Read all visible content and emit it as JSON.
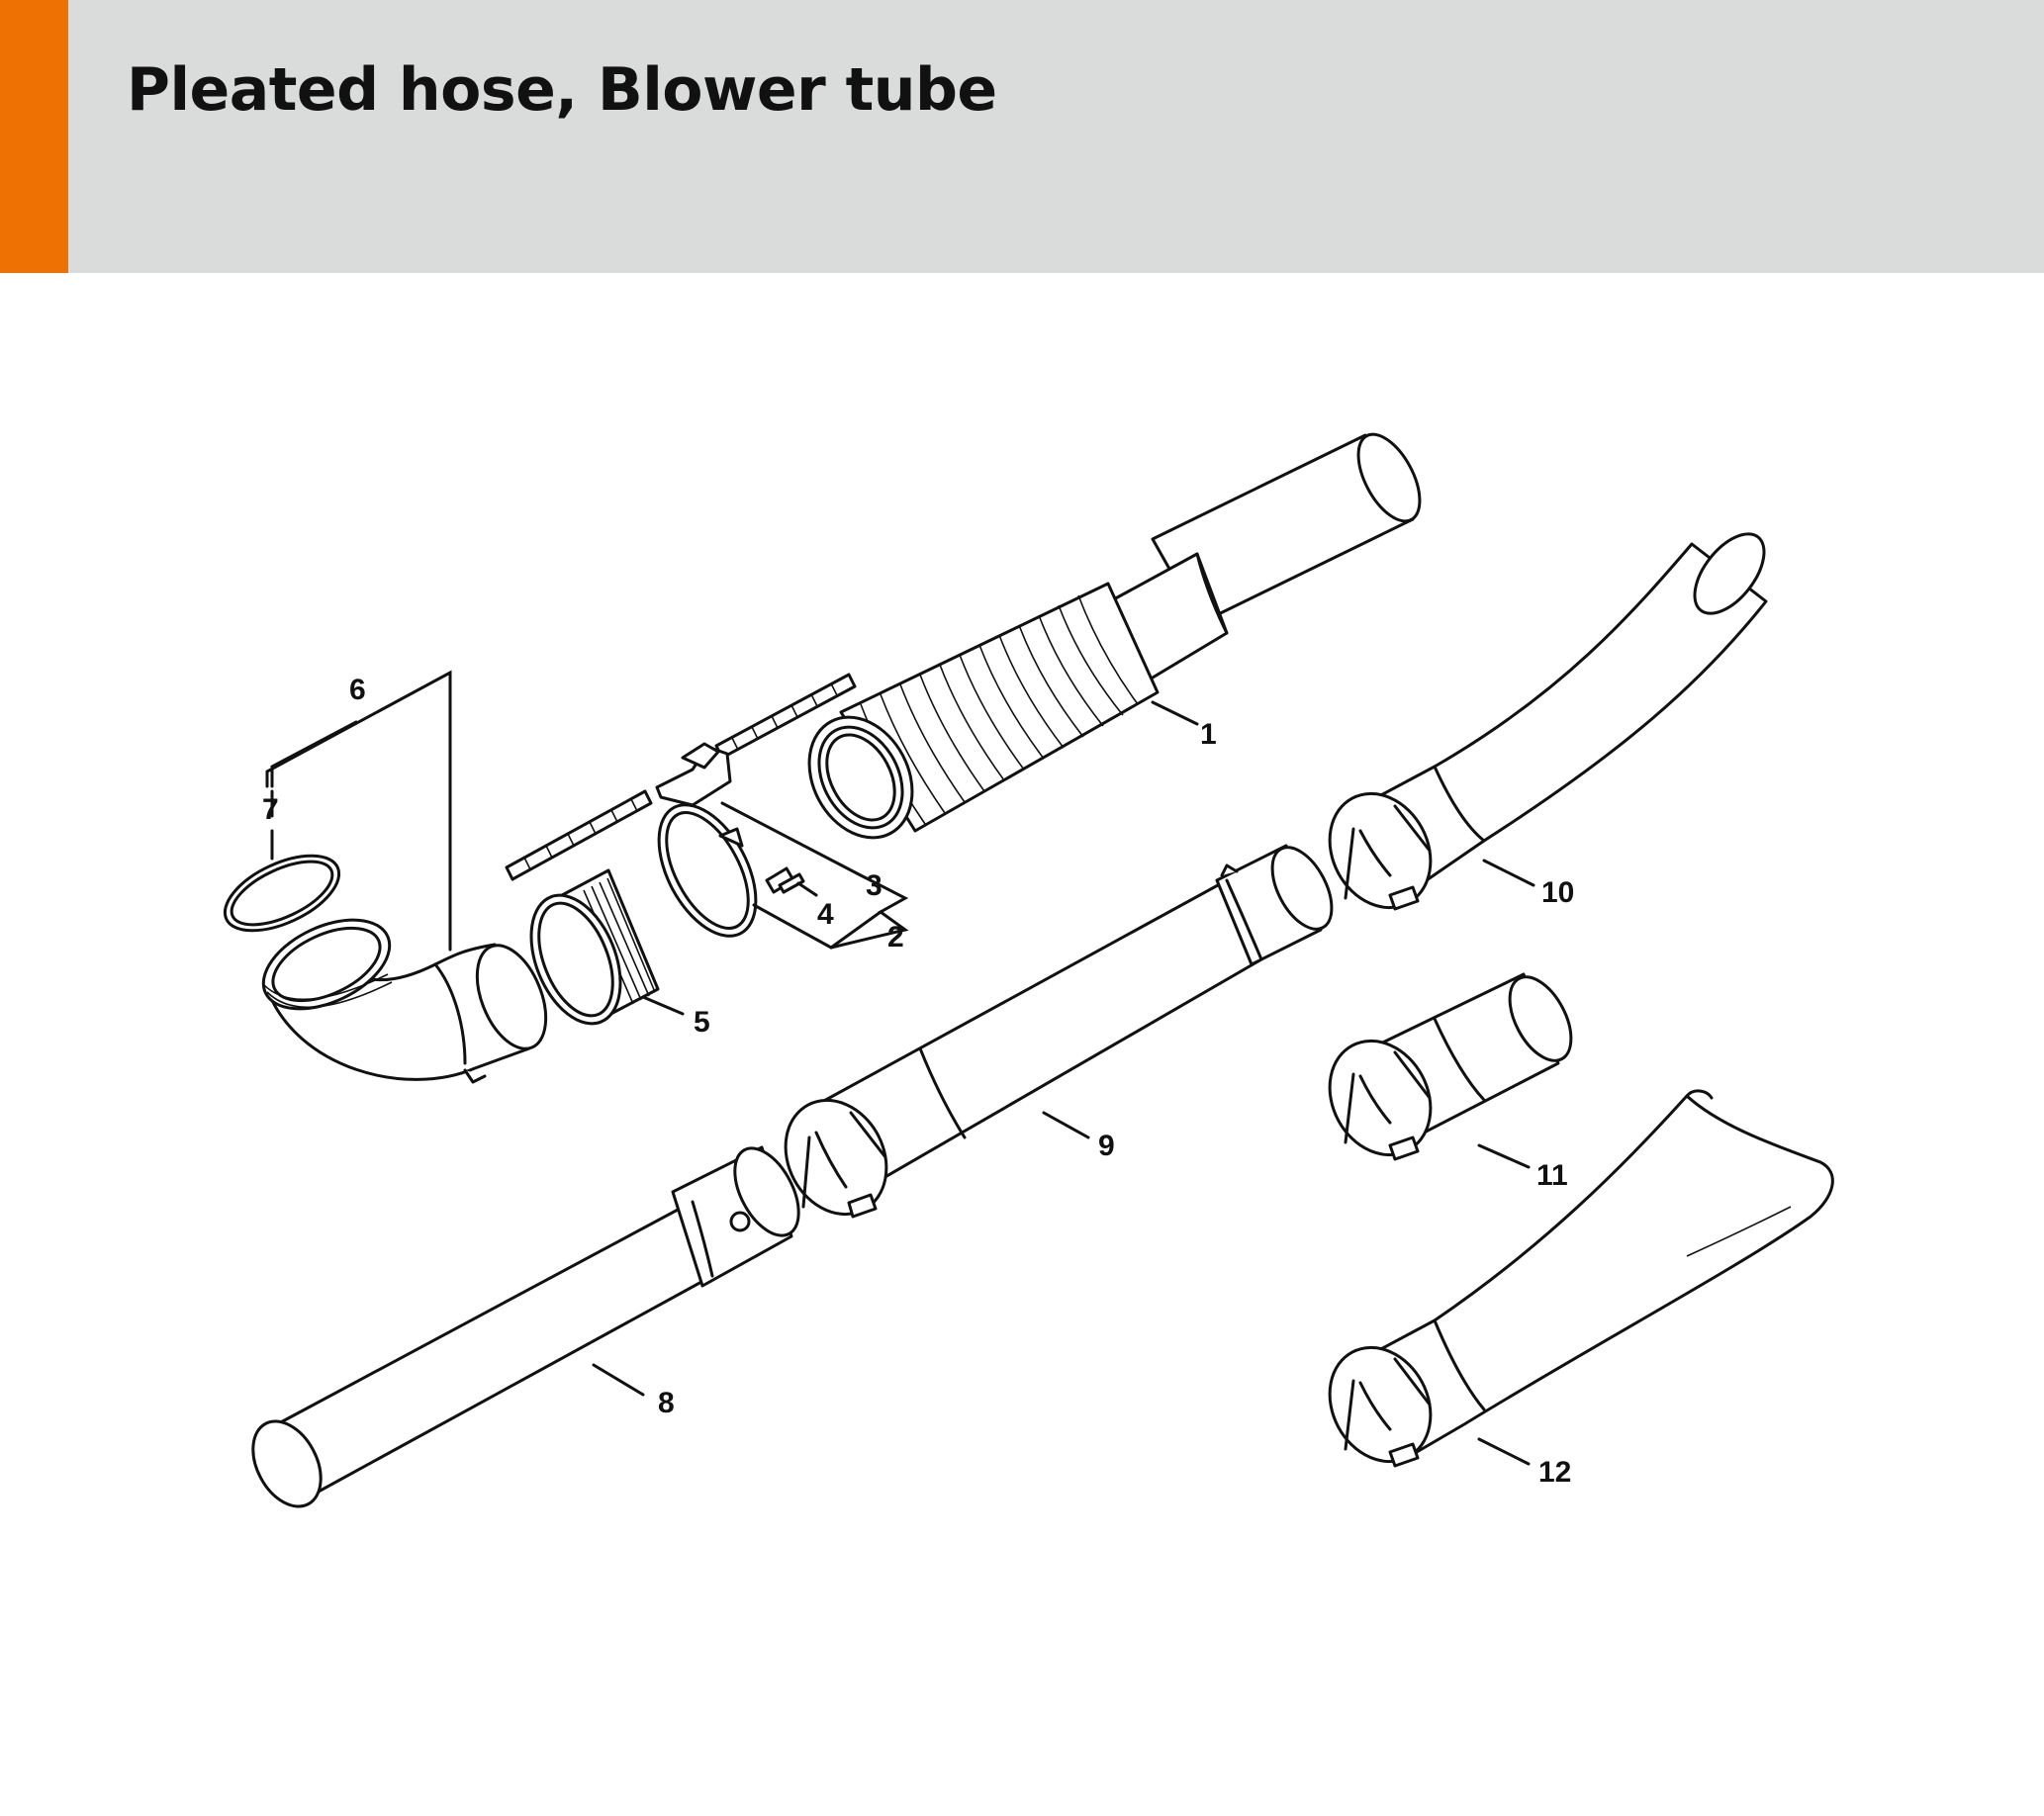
{
  "header": {
    "title": "Pleated hose, Blower tube",
    "accent_color": "#ee7203",
    "band_color": "#dadbdb"
  },
  "callouts": [
    {
      "id": "c1",
      "label": "1"
    },
    {
      "id": "c2",
      "label": "2"
    },
    {
      "id": "c3",
      "label": "3"
    },
    {
      "id": "c4",
      "label": "4"
    },
    {
      "id": "c5",
      "label": "5"
    },
    {
      "id": "c6",
      "label": "6"
    },
    {
      "id": "c7",
      "label": "7"
    },
    {
      "id": "c8",
      "label": "8"
    },
    {
      "id": "c9",
      "label": "9"
    },
    {
      "id": "c10",
      "label": "10"
    },
    {
      "id": "c11",
      "label": "11"
    },
    {
      "id": "c12",
      "label": "12"
    }
  ]
}
